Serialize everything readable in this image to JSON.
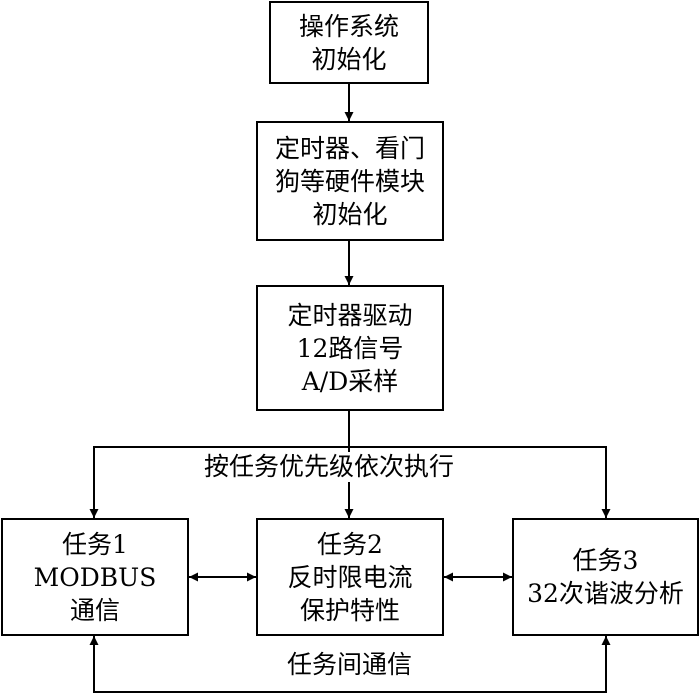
{
  "nodes": {
    "os_init": {
      "lines": [
        "操作系统",
        "初始化"
      ]
    },
    "hw_init": {
      "lines": [
        "定时器、看门",
        "狗等硬件模块",
        "初始化"
      ]
    },
    "adc_sampling": {
      "lines": [
        "定时器驱动",
        "12路信号",
        "A/D采样"
      ]
    },
    "task1": {
      "lines": [
        "任务1",
        "MODBUS",
        "通信"
      ]
    },
    "task2": {
      "lines": [
        "任务2",
        "反时限电流",
        "保护特性"
      ]
    },
    "task3": {
      "lines": [
        "任务3",
        "32次谐波分析"
      ]
    }
  },
  "labels": {
    "priority": "按任务优先级依次执行",
    "intertask": "任务间通信"
  },
  "colors": {
    "stroke": "#000000",
    "background": "#ffffff"
  }
}
